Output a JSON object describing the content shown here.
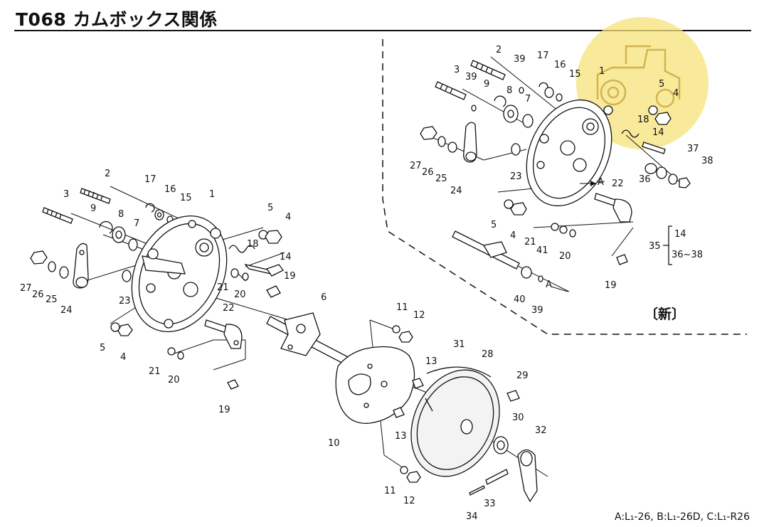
{
  "page": {
    "title": "T068 カムボックス関係",
    "new_label": "〔新〕",
    "footnote": "A:L₁-26, B:L₁-26D, C:L₁-R26",
    "watermark_color": "#f5e27a"
  },
  "callouts": {
    "left": [
      "1",
      "2",
      "3",
      "4",
      "5",
      "6",
      "7",
      "8",
      "9",
      "10",
      "11",
      "11",
      "12",
      "12",
      "13",
      "13",
      "14",
      "15",
      "16",
      "17",
      "18",
      "19",
      "19",
      "20",
      "20",
      "21",
      "21",
      "22",
      "23",
      "24",
      "25",
      "26",
      "27",
      "28",
      "29",
      "30",
      "31",
      "32",
      "33",
      "34",
      "4",
      "5"
    ],
    "inset": [
      "1",
      "2",
      "3",
      "4",
      "4",
      "5",
      "5",
      "7",
      "8",
      "9",
      "14",
      "15",
      "16",
      "17",
      "18",
      "19",
      "20",
      "21",
      "22",
      "23",
      "24",
      "25",
      "26",
      "27",
      "36",
      "37",
      "38",
      "39",
      "39",
      "39",
      "40",
      "41",
      "A",
      "A"
    ],
    "set_note": {
      "main": "35",
      "a": "14",
      "b": "36~38"
    }
  }
}
